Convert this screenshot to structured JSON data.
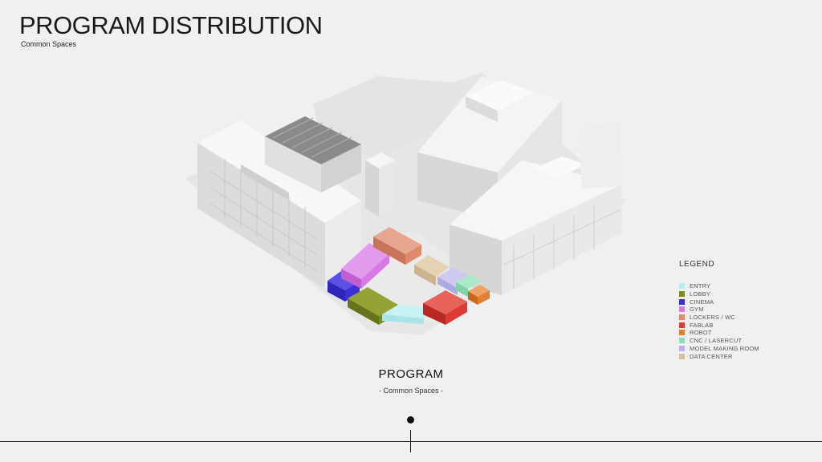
{
  "header": {
    "title": "PROGRAM DISTRIBUTION",
    "subtitle": "Common Spaces"
  },
  "legend": {
    "title": "LEGEND",
    "items": [
      {
        "label": "ENTRY",
        "color": "#b8eef0"
      },
      {
        "label": "LOBBY",
        "color": "#7c8a1e"
      },
      {
        "label": "CINEMA",
        "color": "#3b2fd6"
      },
      {
        "label": "GYM",
        "color": "#d77ae6"
      },
      {
        "label": "LOCKERS / WC",
        "color": "#df8a6c"
      },
      {
        "label": "FABLAB",
        "color": "#dc3a34"
      },
      {
        "label": "ROBOT",
        "color": "#e57f2c"
      },
      {
        "label": "CNC / LASERCUT",
        "color": "#8fe0b6"
      },
      {
        "label": "MODEL MAKING ROOM",
        "color": "#b8b3ec"
      },
      {
        "label": "DATA CENTER",
        "color": "#d8c09a"
      }
    ]
  },
  "caption": {
    "title": "PROGRAM",
    "subtitle": "- Common Spaces -"
  }
}
